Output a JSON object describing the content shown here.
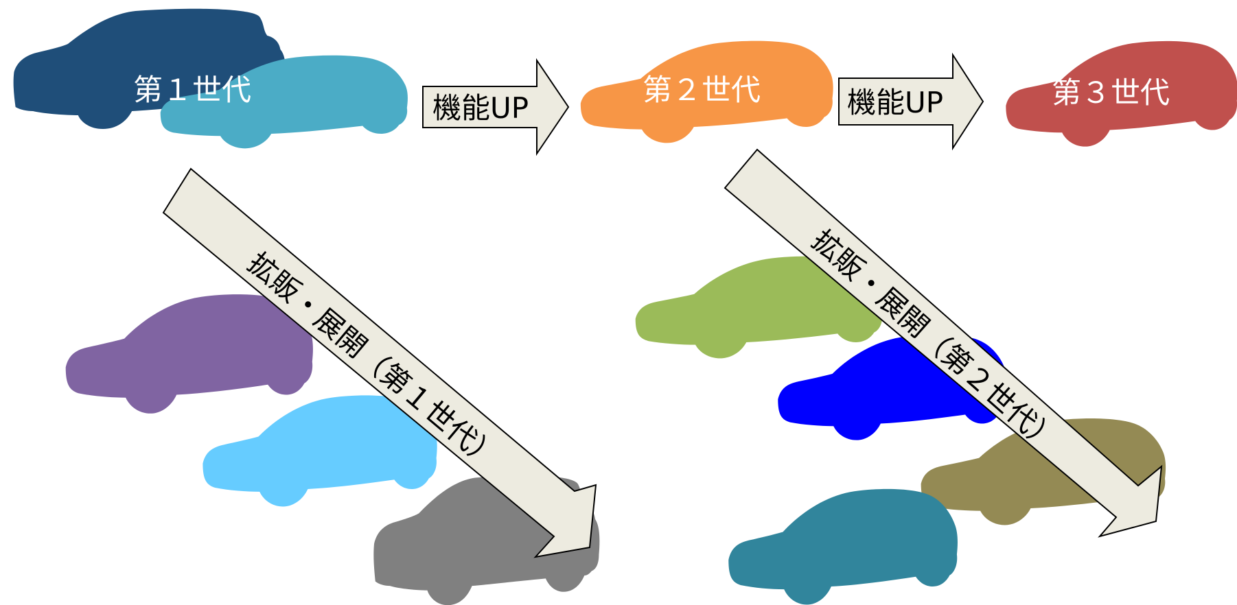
{
  "colors": {
    "gen1_back": "#1f4e79",
    "gen1_front": "#4bacc6",
    "gen2": "#f79646",
    "gen3": "#c0504d",
    "ex1_purple": "#8064a2",
    "ex1_lightblue": "#66ccff",
    "ex1_gray": "#808080",
    "ex2_green": "#9bbb59",
    "ex2_blue": "#0000ff",
    "ex2_olive": "#948a54",
    "ex2_teal": "#31859c",
    "arrow_fill": "#edebe0"
  },
  "generations": {
    "gen1_label": "第１世代",
    "gen2_label": "第２世代",
    "gen3_label": "第３世代"
  },
  "flow": {
    "upgrade_1": "機能UP",
    "upgrade_2": "機能UP"
  },
  "expansion": {
    "gen1_label": "拡販・展開（第１世代）",
    "gen2_label": "拡販・展開（第２世代）"
  },
  "icons": {
    "car_shape": "car-silhouette-icon"
  }
}
